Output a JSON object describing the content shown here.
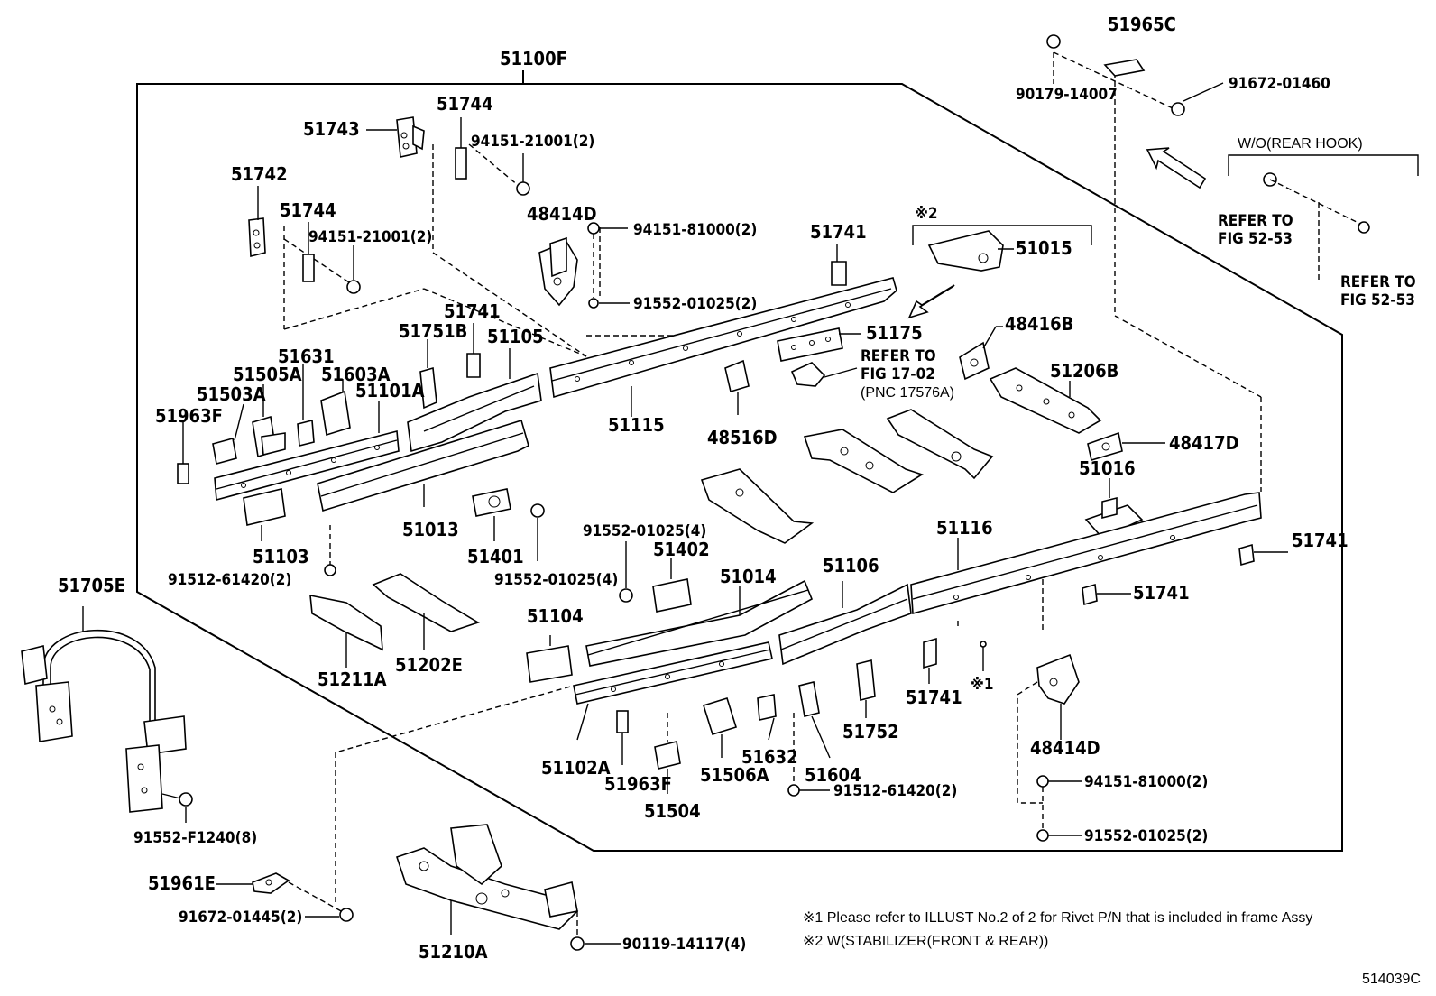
{
  "diagram": {
    "ref_code": "514039C",
    "labels": {
      "p51100F": "51100F",
      "p51965C": "51965C",
      "p90179_14007": "90179-14007",
      "p91672_01460": "91672-01460",
      "wo_rear_hook": "W/O(REAR HOOK)",
      "refer_to_1": "REFER TO",
      "fig_52_53_1": "FIG 52-53",
      "refer_to_2": "REFER TO",
      "fig_52_53_2": "FIG 52-53",
      "p51743": "51743",
      "p51744_a": "51744",
      "p94151_21001_a": "94151-21001(2)",
      "p51742": "51742",
      "p51744_b": "51744",
      "p94151_21001_b": "94151-21001(2)",
      "p48414D_a": "48414D",
      "p94151_81000_a": "94151-81000(2)",
      "p91552_01025_a": "91552-01025(2)",
      "p51741_a": "51741",
      "note_mark_2": "※2",
      "p51015": "51015",
      "p51741_b": "51741",
      "p51105": "51105",
      "p51751B": "51751B",
      "p51631": "51631",
      "p51505A": "51505A",
      "p51603A": "51603A",
      "p51101A": "51101A",
      "p51503A": "51503A",
      "p51963F_a": "51963F",
      "p51175": "51175",
      "refer_to_3": "REFER TO",
      "fig_17_02": "FIG 17-02",
      "pnc": "(PNC 17576A)",
      "p48416B": "48416B",
      "p51206B": "51206B",
      "p51115": "51115",
      "p48516D": "48516D",
      "p48417D": "48417D",
      "p51016": "51016",
      "p51013": "51013",
      "p51103": "51103",
      "p91512_61420_a": "91512-61420(2)",
      "p51401": "51401",
      "p91552_01025_b": "91552-01025(4)",
      "p91552_01025_c": "91552-01025(4)",
      "p51402": "51402",
      "p51116": "51116",
      "p51741_c": "51741",
      "p51741_d": "51741",
      "p51705E": "51705E",
      "p51014": "51014",
      "p51106": "51106",
      "p51104": "51104",
      "p51211A": "51211A",
      "p51202E": "51202E",
      "p51741_e": "51741",
      "note_mark_1": "※1",
      "p48414D_b": "48414D",
      "p51752": "51752",
      "p51632": "51632",
      "p51102A": "51102A",
      "p51963F_b": "51963F",
      "p51506A": "51506A",
      "p51604": "51604",
      "p94151_81000_b": "94151-81000(2)",
      "p91512_61420_b": "91512-61420(2)",
      "p51504": "51504",
      "p91552_01025_d": "91552-01025(2)",
      "p91552_F1240": "91552-F1240(8)",
      "p51961E": "51961E",
      "p91672_01445": "91672-01445(2)",
      "p51210A": "51210A",
      "p90119_14117": "90119-14117(4)"
    },
    "notes": [
      "※1 Please refer to ILLUST No.2 of 2 for Rivet P/N that is included in frame Assy",
      "※2 W(STABILIZER(FRONT & REAR))"
    ]
  }
}
